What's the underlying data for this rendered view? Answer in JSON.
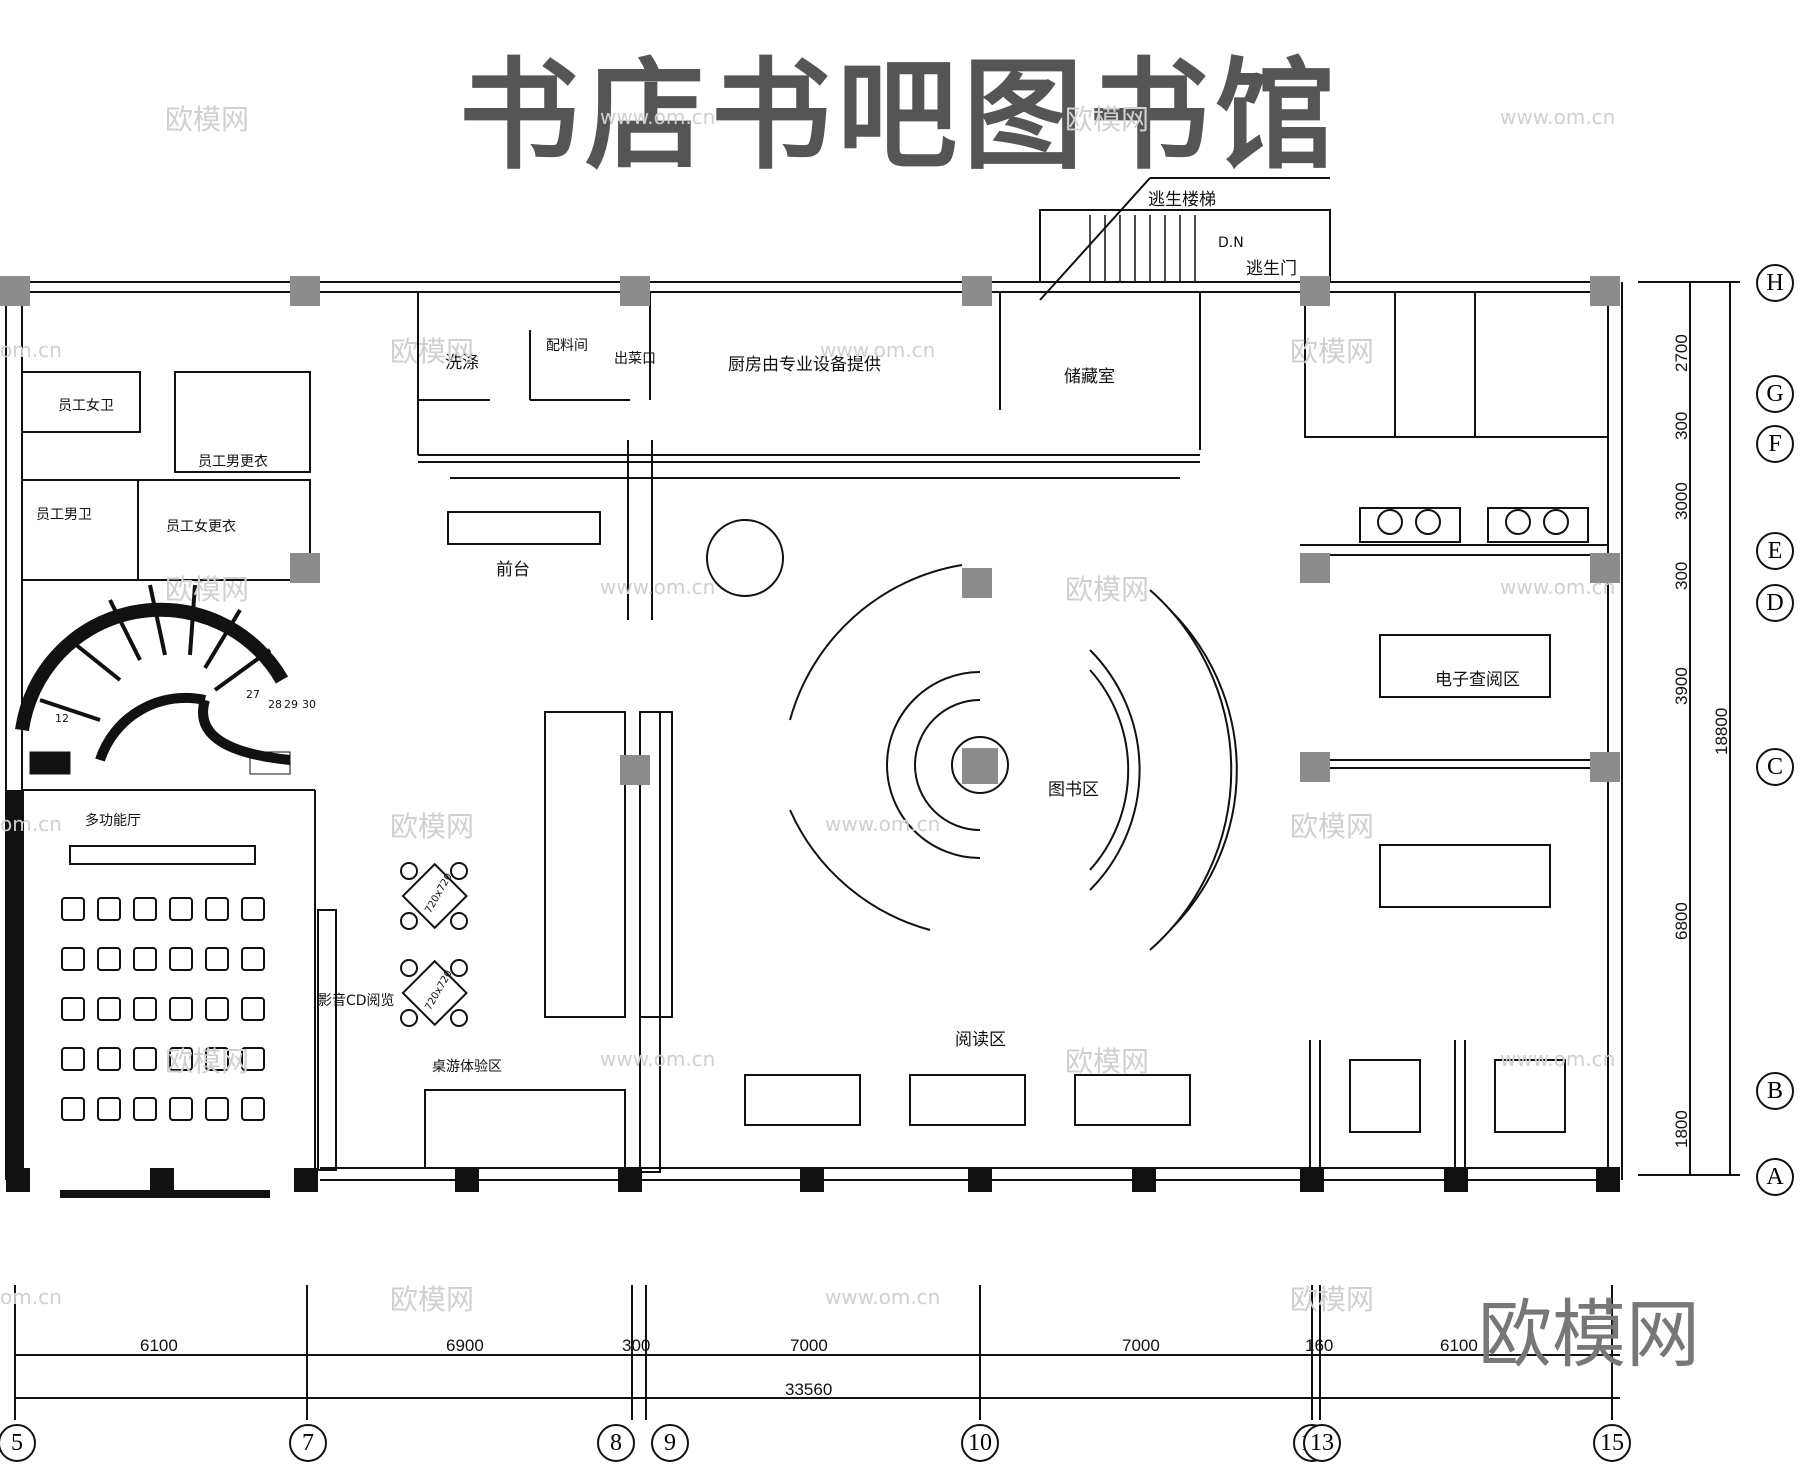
{
  "title": "书店书吧图书馆",
  "watermark": {
    "cn": "欧模网",
    "url": "www.om.cn",
    "url_short": "om.cn"
  },
  "brand": "欧模网",
  "rooms": {
    "xidi": "洗涤",
    "peiliao": "配料间",
    "chucai": "出菜口",
    "kitchen": "厨房由专业设备提供",
    "storage": "储藏室",
    "escape_stair": "逃生楼梯",
    "dn": "D.N",
    "escape_door": "逃生门",
    "female_wc": "员工女卫",
    "male_locker": "员工男更衣",
    "male_wc": "员工男卫",
    "female_locker": "员工女更衣",
    "front_desk": "前台",
    "multi_hall": "多功能厅",
    "av_cd": "影音CD阅览",
    "board_game": "桌游体验区",
    "books": "图书区",
    "reading": "阅读区",
    "e_reading": "电子查阅区"
  },
  "table_size": "720x720",
  "stair_numbers": [
    "12",
    "27",
    "28",
    "29",
    "30"
  ],
  "horizontal_dims": [
    "6100",
    "6900",
    "300",
    "7000",
    "7000",
    "160",
    "6100"
  ],
  "horizontal_total": "33560",
  "vertical_dims": [
    "2700",
    "300",
    "3000",
    "300",
    "3900",
    "6800",
    "1800"
  ],
  "vertical_total": "18800",
  "axis_cols": [
    "5",
    "7",
    "8",
    "9",
    "10",
    "11",
    "13",
    "15"
  ],
  "axis_rows": [
    "H",
    "G",
    "F",
    "E",
    "D",
    "C",
    "B",
    "A"
  ],
  "colors": {
    "line": "#111111",
    "column": "#8c8c8c",
    "title": "#555555",
    "watermark": "#d0d0d0"
  }
}
